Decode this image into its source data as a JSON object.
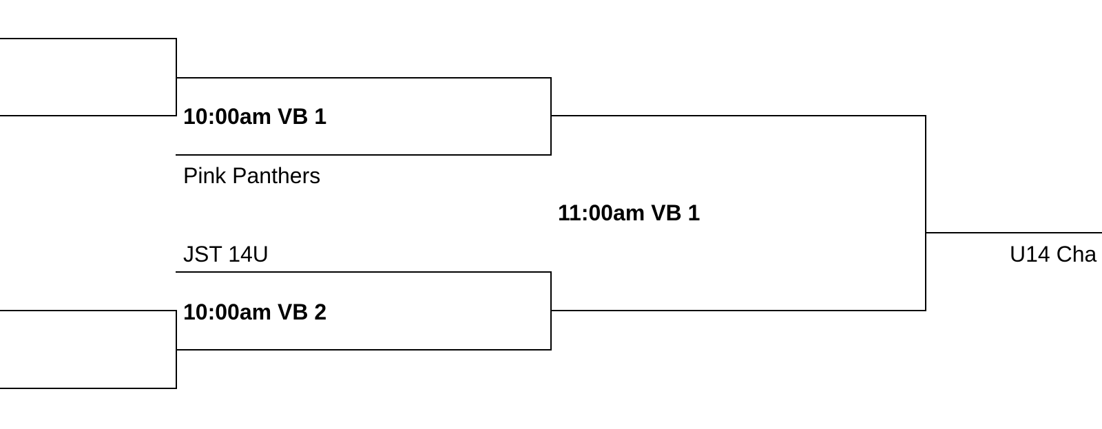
{
  "bracket": {
    "round1": [
      {
        "match": "10:00am VB 1",
        "bottom_team": "Pink Panthers"
      },
      {
        "match": "10:00am VB 2",
        "top_team": "JST 14U"
      }
    ],
    "round2": {
      "match": "11:00am VB 1"
    },
    "final": {
      "label": "U14 Cha"
    }
  }
}
